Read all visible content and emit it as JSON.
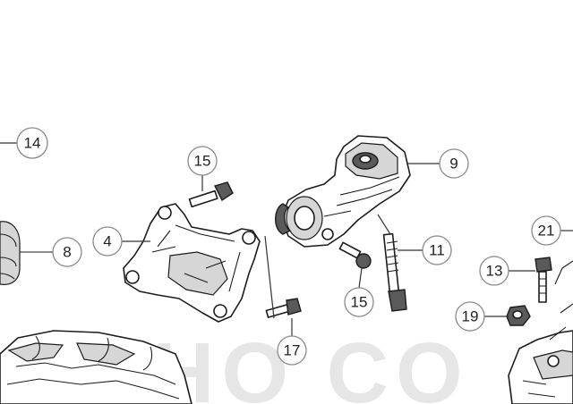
{
  "callouts": [
    {
      "label": "14"
    },
    {
      "label": "15"
    },
    {
      "label": "9"
    },
    {
      "label": "21"
    },
    {
      "label": "8"
    },
    {
      "label": "4"
    },
    {
      "label": "11"
    },
    {
      "label": "13"
    },
    {
      "label": "15"
    },
    {
      "label": "19"
    },
    {
      "label": "17"
    }
  ],
  "watermark": "HO CO"
}
